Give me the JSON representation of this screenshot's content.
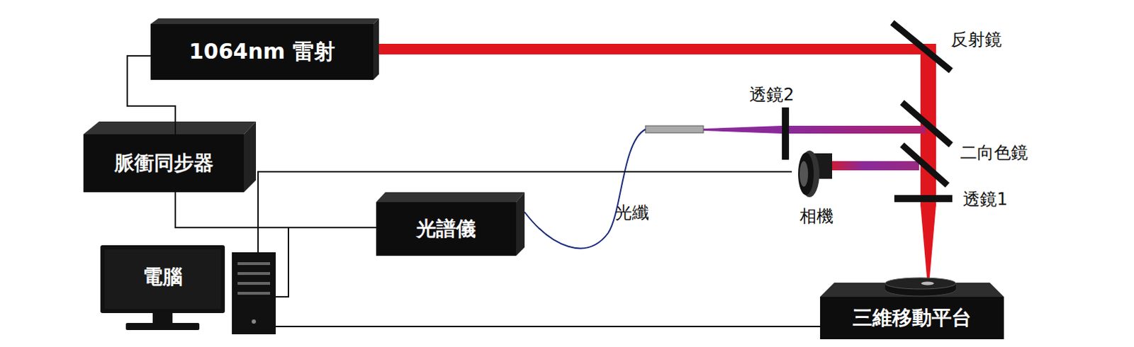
{
  "diagram": {
    "nodes": [
      {
        "text": [
          "1064nm 雷射"
        ]
      },
      {
        "text": [
          "脈衝同步器"
        ]
      },
      {
        "text": [
          "光譜儀"
        ]
      },
      {
        "text": [
          "電腦"
        ]
      },
      {
        "text": [
          "相機"
        ]
      },
      {
        "text": [
          "三維移動平台"
        ]
      }
    ],
    "edges": [
      {
        "from": 0,
        "to": 1,
        "arrow": "none"
      },
      {
        "from": 1,
        "to": 2,
        "arrow": "none"
      },
      {
        "from": 3,
        "to": 2,
        "arrow": "none"
      },
      {
        "from": 3,
        "to": 4,
        "arrow": "none"
      },
      {
        "from": 3,
        "to": 5,
        "arrow": "none"
      }
    ],
    "labels": [
      "反射鏡",
      "透鏡2",
      "二向色鏡",
      "透鏡1",
      "光纖"
    ]
  }
}
